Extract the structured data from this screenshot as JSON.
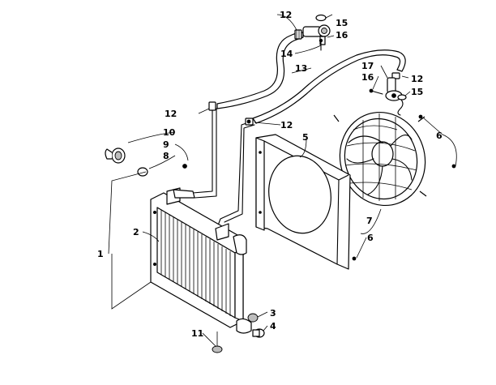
{
  "callouts": {
    "c1": "1",
    "c2": "2",
    "c3": "3",
    "c4": "4",
    "c5": "5",
    "c6a": "6",
    "c6b": "6",
    "c7": "7",
    "c8": "8",
    "c9": "9",
    "c10": "10",
    "c11": "11",
    "c12a": "12",
    "c12b": "12",
    "c12c": "12",
    "c12d": "12",
    "c13": "13",
    "c14": "14",
    "c15a": "15",
    "c15b": "15",
    "c16a": "16",
    "c16b": "16",
    "c17": "17"
  },
  "colors": {
    "ink": "#000000",
    "paper": "#ffffff",
    "shade": "#bdbdbd"
  }
}
